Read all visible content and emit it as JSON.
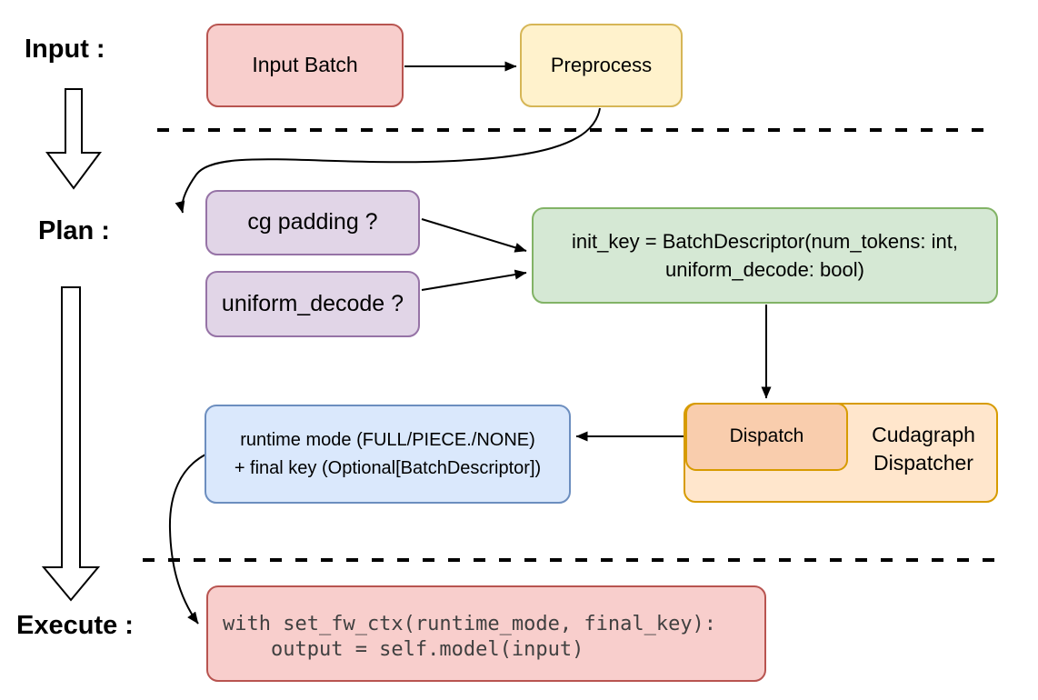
{
  "diagram": {
    "stages": {
      "input_label": "Input :",
      "plan_label": "Plan :",
      "execute_label": "Execute :"
    },
    "nodes": {
      "input_batch": {
        "label": "Input Batch"
      },
      "preprocess": {
        "label": "Preprocess"
      },
      "cg_padding": {
        "label": "cg padding ?"
      },
      "uniform_decode": {
        "label": "uniform_decode ?"
      },
      "init_key": {
        "lines": [
          "init_key = BatchDescriptor(num_tokens: int,",
          "uniform_decode: bool)"
        ]
      },
      "dispatch": {
        "label": "Dispatch"
      },
      "cudagraph_dispatcher": {
        "lines": [
          "Cudagraph",
          "Dispatcher"
        ]
      },
      "runtime_mode": {
        "lines": [
          "runtime mode (FULL/PIECE./NONE)",
          "+ final key (Optional[BatchDescriptor])"
        ]
      },
      "execute_code": {
        "lines": [
          "with set_fw_ctx(runtime_mode, final_key):",
          "    output = self.model(input)"
        ]
      }
    },
    "palette": {
      "red_fill": "#f8cecc",
      "red_stroke": "#b85450",
      "yellow_fill": "#fff2cc",
      "yellow_stroke": "#d6b656",
      "purple_fill": "#e1d5e7",
      "purple_stroke": "#9673a6",
      "green_fill": "#d5e8d4",
      "green_stroke": "#82b366",
      "orange_fill": "#ffe6cc",
      "orange_inner_fill": "#f9cdad",
      "orange_stroke": "#d79b00",
      "blue_fill": "#dae8fc",
      "blue_stroke": "#6c8ebf",
      "line_color": "#000000",
      "code_text": "#404040"
    }
  }
}
